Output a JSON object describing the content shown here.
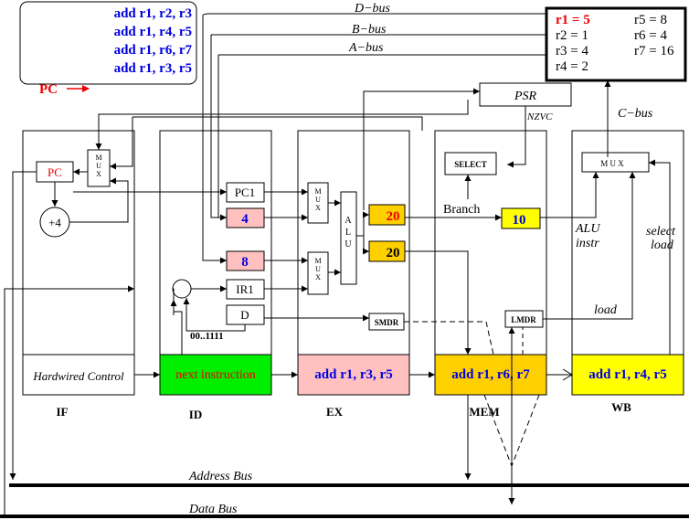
{
  "program": {
    "lines": [
      "add r1, r2, r3",
      "add r1, r4, r5",
      "add r1, r6, r7",
      "add r1, r3, r5"
    ],
    "pc_label": "PC"
  },
  "registers": {
    "r1": "r1 = 5",
    "r2": "r2 = 1",
    "r3": "r3 = 4",
    "r4": "r4 = 2",
    "r5": "r5 = 8",
    "r6": "r6 = 4",
    "r7": "r7 = 16"
  },
  "buses": {
    "d": "D−bus",
    "b": "B−bus",
    "a": "A−bus",
    "c": "C−bus",
    "address": "Address Bus",
    "data": "Data Bus"
  },
  "psr": {
    "label": "PSR",
    "flags": "NZVC"
  },
  "if_stage": {
    "pc": "PC",
    "mux": "M U X",
    "plus4": "+4",
    "control": "Hardwired Control",
    "name": "IF"
  },
  "id_stage": {
    "pc1": "PC1",
    "four": "4",
    "eight": "8",
    "ir1": "IR1",
    "d": "D",
    "range": "00..1111",
    "instr": "next instruction",
    "name": "ID"
  },
  "ex_stage": {
    "mux": "M U X",
    "alu": "A L U",
    "smdr": "SMDR",
    "alu_out": "20",
    "result": "20",
    "instr": "add r1, r3, r5",
    "name": "EX"
  },
  "mem_stage": {
    "select": "SELECT",
    "branch": "Branch",
    "lmdr": "LMDR",
    "value": "10",
    "instr": "add r1, r6, r7",
    "name": "MEM"
  },
  "wb_stage": {
    "mux": "M U X",
    "alu_instr_1": "ALU",
    "alu_instr_2": "instr",
    "select_load_1": "select",
    "select_load_2": "load",
    "load": "load",
    "instr": "add r1, r4, r5",
    "name": "WB"
  },
  "colors": {
    "blue": "#0000e0",
    "red": "#ee0000",
    "green": "#00ee00",
    "pink": "#ffc0c0",
    "gold": "#ffd000",
    "yellow": "#ffff00"
  }
}
